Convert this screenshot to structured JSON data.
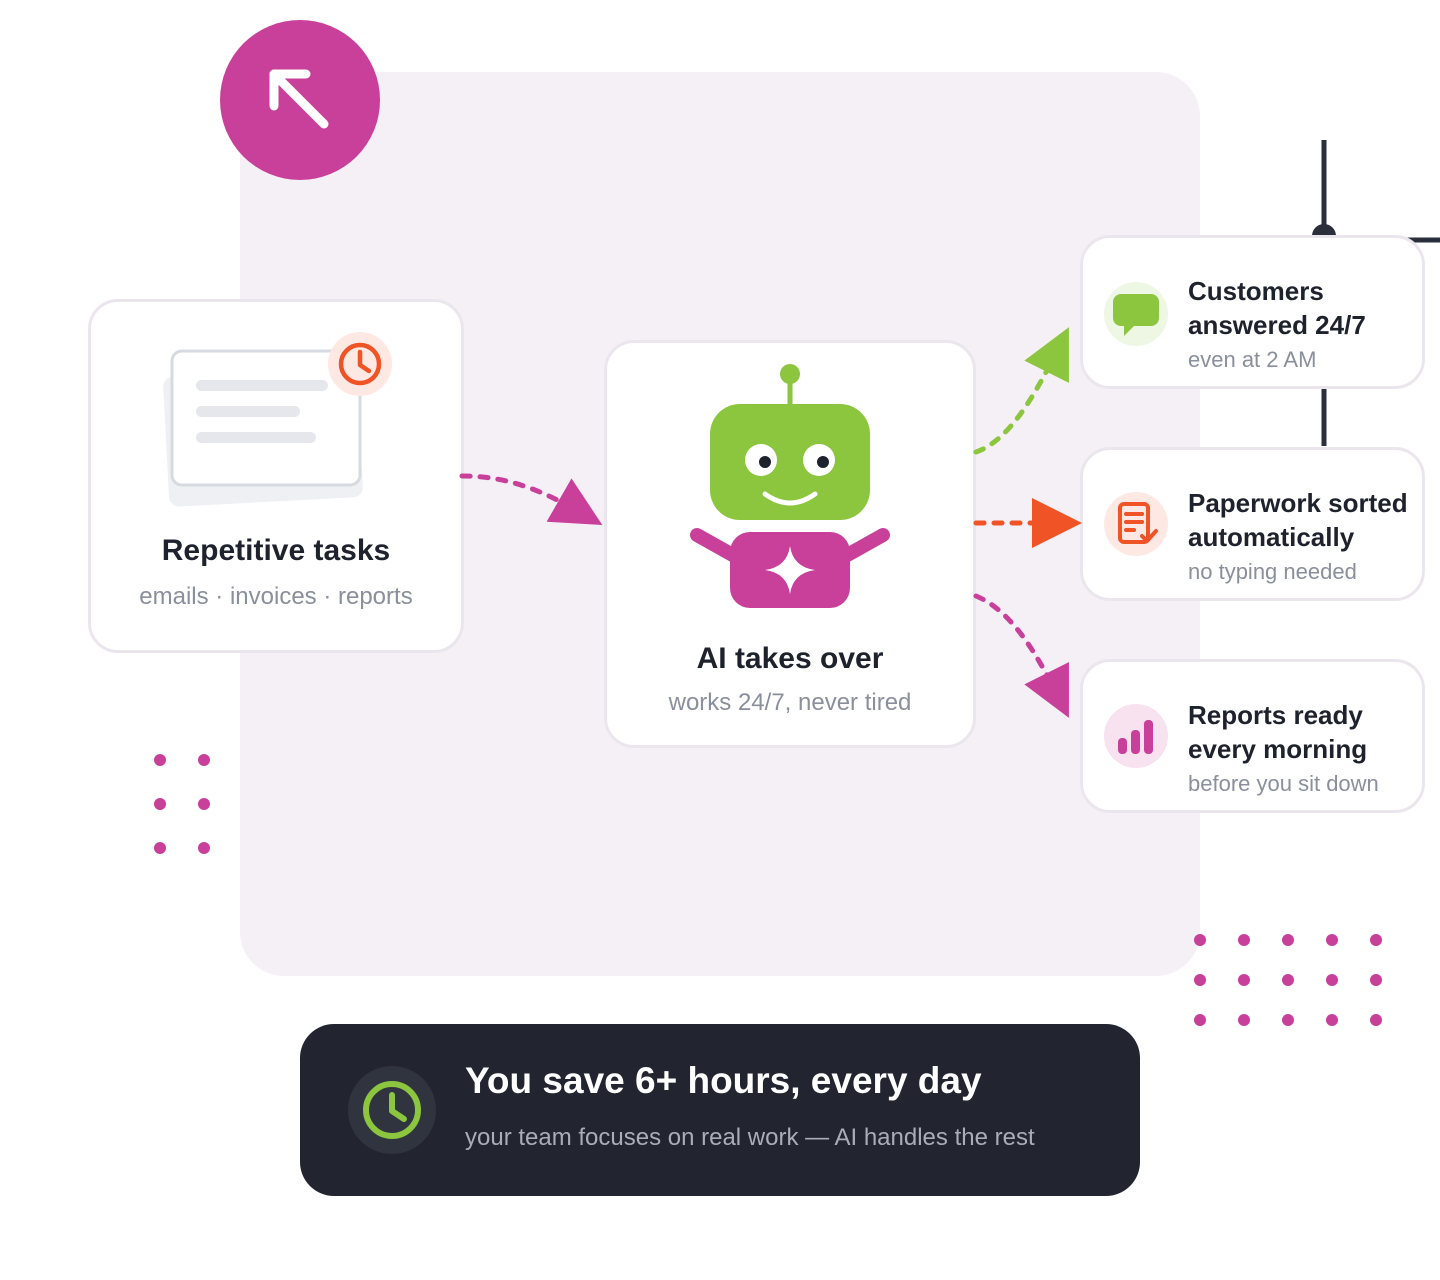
{
  "input": {
    "title": "Repetitive tasks",
    "subtitle": "emails · invoices · reports"
  },
  "ai": {
    "title": "AI takes over",
    "subtitle": "works 24/7, never tired"
  },
  "outcomes": [
    {
      "title": "Customers answered 24/7",
      "subtitle": "even at 2 AM",
      "icon": "chat-bubble-icon",
      "color": "#8cc63f"
    },
    {
      "title": "Paperwork sorted automatically",
      "subtitle": "no typing needed",
      "icon": "document-check-icon",
      "color": "#ef5326"
    },
    {
      "title": "Reports ready every morning",
      "subtitle": "before you sit down",
      "icon": "bar-chart-icon",
      "color": "#c8409a"
    }
  ],
  "banner": {
    "title": "You save 6+ hours, every day",
    "subtitle": "your team focuses on real work — AI handles the rest",
    "icon": "clock-icon"
  },
  "colors": {
    "magenta": "#c8409a",
    "green": "#8cc63f",
    "orange": "#ef5326",
    "dark": "#22252f",
    "panel": "#f5f0f6"
  }
}
